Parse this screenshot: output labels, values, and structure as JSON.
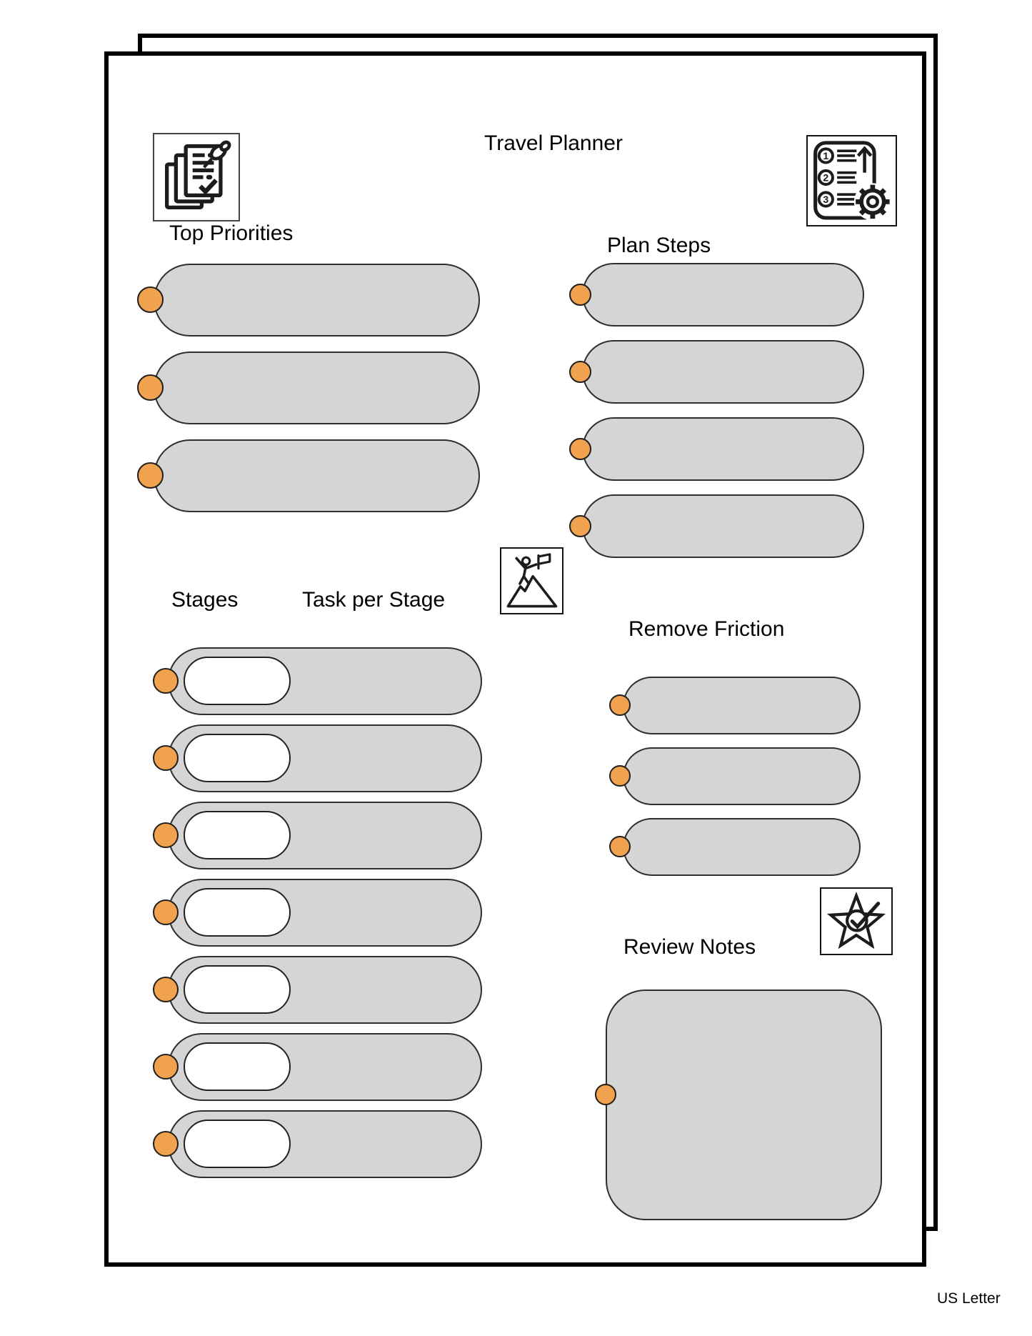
{
  "page": {
    "title": "Travel Planner",
    "paper_size_label": "US Letter"
  },
  "colors": {
    "accent_orange": "#F0A24E",
    "field_gray": "#D5D5D5",
    "ink": "#1C1C1C"
  },
  "sections": {
    "top_priorities": {
      "label": "Top Priorities",
      "field_count": 3
    },
    "plan_steps": {
      "label": "Plan Steps",
      "field_count": 4
    },
    "stages": {
      "label": "Stages",
      "tasks_label": "Task per Stage",
      "row_count": 7
    },
    "remove_friction": {
      "label": "Remove Friction",
      "field_count": 3
    },
    "review_notes": {
      "label": "Review Notes"
    }
  },
  "icons": {
    "pinned_notes": {
      "name": "pinned-notes-icon"
    },
    "numbered_plan": {
      "name": "numbered-plan-gear-icon",
      "numbers": [
        "1",
        "2",
        "3"
      ]
    },
    "summit_flag": {
      "name": "summit-flag-icon"
    },
    "star_check": {
      "name": "star-check-icon"
    }
  }
}
